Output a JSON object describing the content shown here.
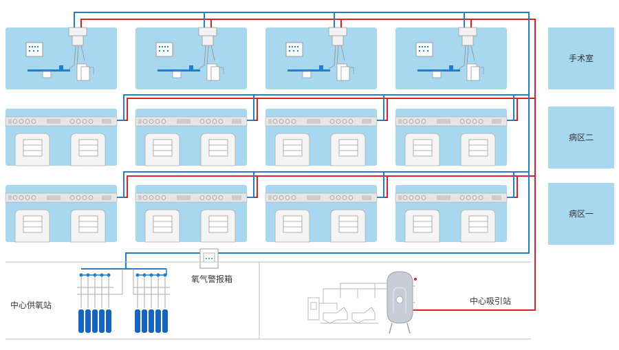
{
  "diagram": {
    "floor_labels": [
      "手术室",
      "病区二",
      "病区一"
    ],
    "alarm_box_label": "氧气警报箱",
    "oxygen_station_label": "中心供氧站",
    "suction_station_label": "中心吸引站"
  },
  "colors": {
    "room_fill": "#a8d8f0",
    "floor_label_fill": "#a8d8f0",
    "oxygen_pipe": "#1e7fd1",
    "vacuum_pipe": "#e02020",
    "panel_fill": "#e6e6e6",
    "cylinder": "#1565c0",
    "equipment_line": "#b8b8b8",
    "text": "#333333"
  },
  "icons": [
    "ceiling-pendant-icon",
    "control-panel-icon",
    "operating-table-icon",
    "bedhead-panel-icon",
    "bed-icon",
    "oxygen-cylinder-icon",
    "vacuum-tank-icon",
    "vacuum-pump-icon",
    "alarm-box-icon"
  ]
}
